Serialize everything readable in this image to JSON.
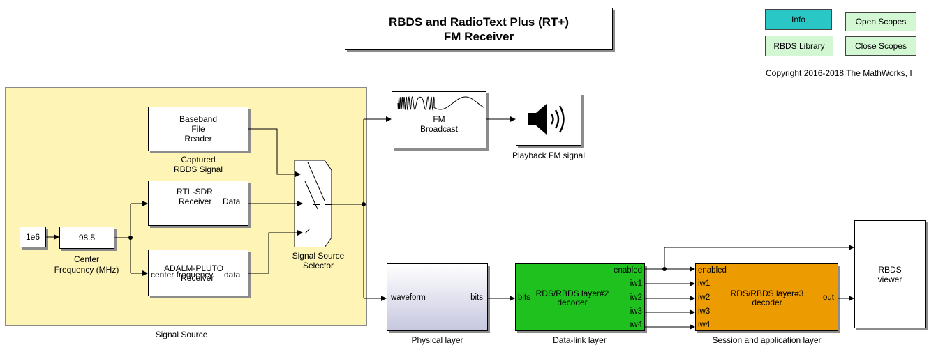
{
  "title": {
    "line1": "RBDS and RadioText Plus (RT+)",
    "line2": "FM Receiver"
  },
  "buttons": {
    "info": "Info",
    "open_scopes": "Open Scopes",
    "rbds_library": "RBDS Library",
    "close_scopes": "Close Scopes"
  },
  "copyright": "Copyright 2016-2018 The MathWorks, I",
  "signal_source": {
    "label": "Signal Source",
    "baseband": {
      "line1": "Baseband",
      "line2": "File",
      "line3": "Reader",
      "caption1": "Captured",
      "caption2": "RBDS Signal"
    },
    "rtl": {
      "line1": "RTL-SDR",
      "line2": "Receiver",
      "port": "Data"
    },
    "const_1e6": "1e6",
    "center_freq": {
      "value": "98.5",
      "caption1": "Center",
      "caption2": "Frequency (MHz)"
    },
    "pluto": {
      "line1": "ADALM-PLUTO",
      "line2": "Receiver",
      "port_in": "center frequency",
      "port_out": "data"
    },
    "selector": {
      "caption1": "Signal Source",
      "caption2": "Selector"
    }
  },
  "fm_broadcast": {
    "line1": "FM",
    "line2": "Broadcast"
  },
  "playback": {
    "label": "Playback FM signal"
  },
  "physical": {
    "label": "Physical layer",
    "in": "waveform",
    "out": "bits"
  },
  "datalink": {
    "label": "Data-link layer",
    "line1": "RDS/RBDS layer#2",
    "line2": "decoder",
    "in": "bits",
    "outs": [
      "enabled",
      "iw1",
      "iw2",
      "iw3",
      "iw4"
    ]
  },
  "session": {
    "label": "Session and application layer",
    "line1": "RDS/RBDS layer#3",
    "line2": "decoder",
    "ins": [
      "enabled",
      "iw1",
      "iw2",
      "iw3",
      "iw4"
    ],
    "out": "out"
  },
  "viewer": {
    "line1": "RBDS",
    "line2": "viewer"
  },
  "colors": {
    "source_bg": "#fdf4b6",
    "datalink_bg": "#1ec11e",
    "session_bg": "#ec9c00",
    "info_bg": "#2ac7c7",
    "scope_bg": "#d2f7d2",
    "physical_top": "#ffffff",
    "physical_bottom": "#c7c7e0"
  }
}
